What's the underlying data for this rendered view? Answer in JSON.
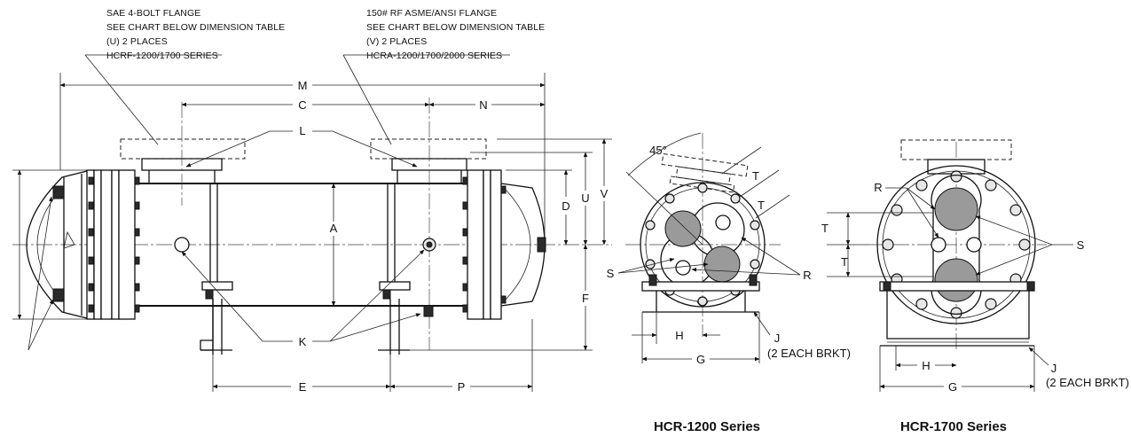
{
  "notes": {
    "sae": [
      "SAE 4-BOLT FLANGE",
      "SEE CHART BELOW DIMENSION TABLE",
      "(U) 2 PLACES",
      "HCRF-1200/1700 SERIES"
    ],
    "ansi": [
      "150# RF ASME/ANSI FLANGE",
      "SEE CHART BELOW DIMENSION TABLE",
      "(V) 2 PLACES",
      "HCRA-1200/1700/2000 SERIES"
    ]
  },
  "dims": {
    "M": "M",
    "C": "C",
    "N": "N",
    "L": "L",
    "A": "A",
    "D": "D",
    "U": "U",
    "V": "V",
    "F": "F",
    "K": "K",
    "E": "E",
    "P": "P",
    "T": "T",
    "S": "S",
    "R": "R",
    "G": "G",
    "H": "H",
    "J": "J",
    "angle": "45°",
    "brkt": "(2 EACH BRKT)"
  },
  "captions": {
    "hcr1200": "HCR-1200 Series",
    "hcr1700": "HCR-1700 Series"
  }
}
